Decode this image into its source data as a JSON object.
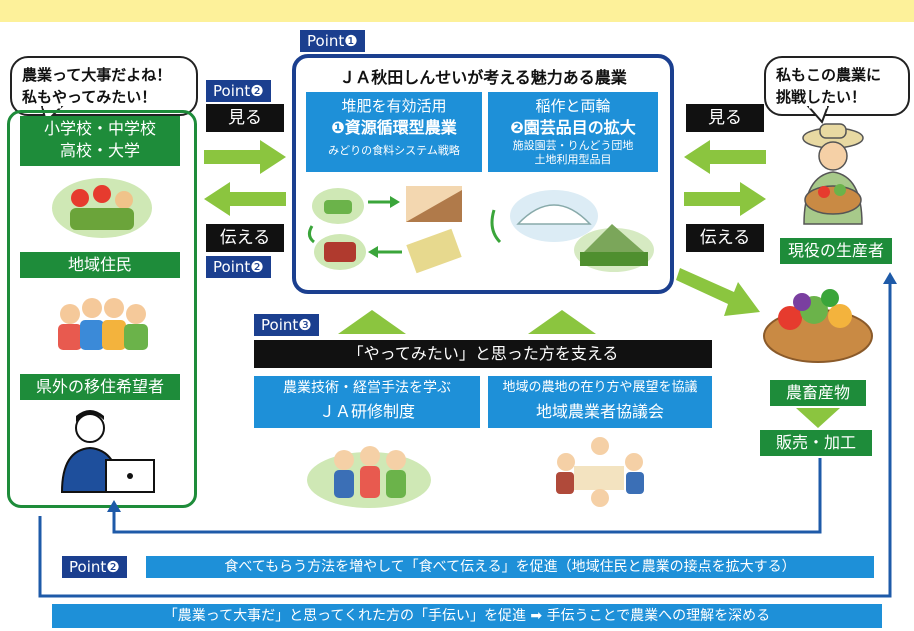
{
  "points": {
    "p1": "Point❶",
    "p2a": "Point❷",
    "p2b": "Point❷",
    "p3": "Point❸",
    "p2c": "Point❷"
  },
  "left": {
    "bubble_line1": "農業って大事だよね！",
    "bubble_line2": "私もやってみたい！",
    "school_line1": "小学校・中学校",
    "school_line2": "高校・大学",
    "residents": "地域住民",
    "migrants": "県外の移住希望者"
  },
  "center": {
    "title": "ＪＡ秋田しんせいが考える魅力ある農業",
    "box1_line1": "堆肥を有効活用",
    "box1_line2": "❶資源循環型農業",
    "box1_line3": "みどりの食料システム戦略",
    "box2_line1": "稲作と両輪",
    "box2_line2": "❷園芸品目の拡大",
    "box2_line3": "施設園芸・りんどう団地",
    "box2_line4": "土地利用型品目"
  },
  "labels": {
    "miru_left": "見る",
    "tsutaeru_left": "伝える",
    "miru_right": "見る",
    "tsutaeru_right": "伝える"
  },
  "right": {
    "bubble_line1": "私もこの農業に",
    "bubble_line2": "挑戦したい！",
    "producer": "現役の生産者",
    "products": "農畜産物",
    "sales": "販売・加工"
  },
  "support": {
    "banner": "「やってみたい」と思った方を支える",
    "left_line1": "農業技術・経営手法を学ぶ",
    "left_line2": "ＪＡ研修制度",
    "right_line1": "地域の農地の在り方や展望を協議",
    "right_line2": "地域農業者協議会"
  },
  "bottom": {
    "promote": "食べてもらう方法を増やして「食べて伝える」を促進（地域住民と農業の接点を拡大する）",
    "footer": "「農業って大事だ」と思ってくれた方の「手伝い」を促進 ➡ 手伝うことで農業への理解を深める"
  },
  "colors": {
    "green": "#1e8c3a",
    "blue": "#1e90d8",
    "navy": "#1b3f8f",
    "arrow_green": "#8bc53f",
    "yellow": "#fdf19a"
  }
}
